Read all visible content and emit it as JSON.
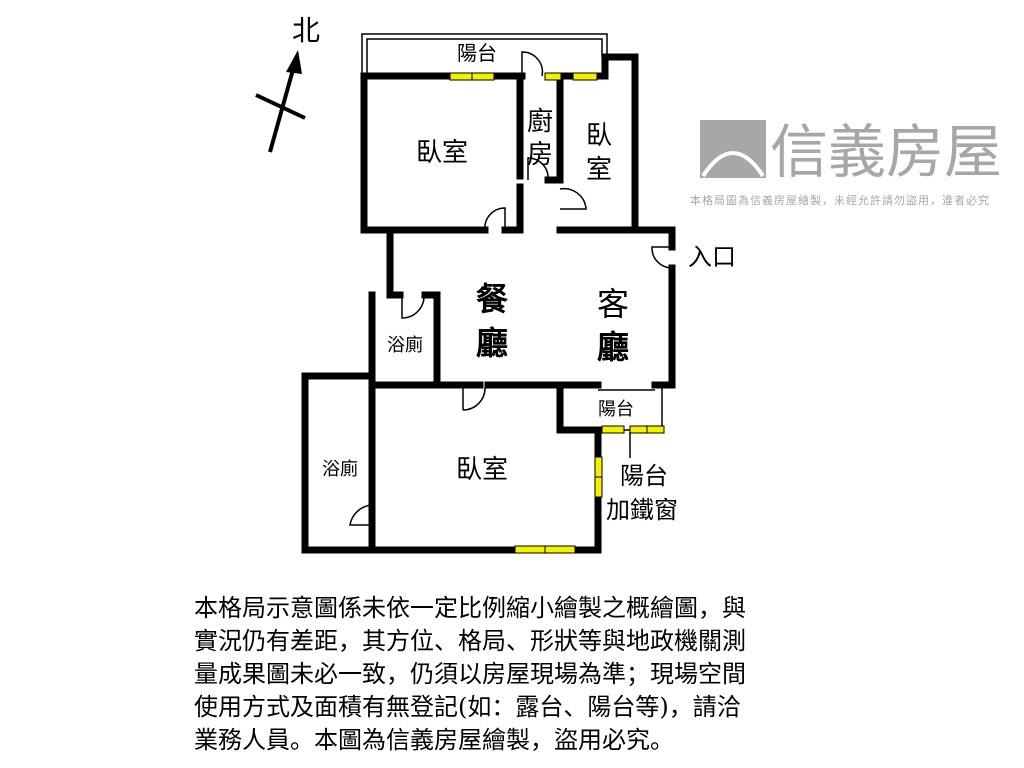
{
  "compass": {
    "label": "北"
  },
  "rooms": {
    "balcony_top": "陽台",
    "bedroom_nw": "臥室",
    "kitchen": [
      "廚",
      "房"
    ],
    "bedroom_ne": [
      "臥",
      "室"
    ],
    "entrance": "入口",
    "dining": [
      "餐",
      "廳"
    ],
    "living": [
      "客",
      "廳"
    ],
    "bathroom_1": "浴廁",
    "bathroom_2": "浴廁",
    "bedroom_s": "臥室",
    "balcony_small": "陽台",
    "balcony_window": [
      "陽台",
      "加鐵窗"
    ]
  },
  "watermark": {
    "brand": "信義房屋",
    "notice": "本格局圖為信義房屋繪製，未經允許請勿盜用，違者必究"
  },
  "colors": {
    "wall": "#000000",
    "window": "#f2f200",
    "watermark": "#8a8a8a"
  },
  "disclaimer": [
    "本格局示意圖係未依一定比例縮小繪製之概繪圖，與",
    "實況仍有差距，其方位、格局、形狀等與地政機關測",
    "量成果圖未必一致，仍須以房屋現場為準；現場空間",
    "使用方式及面積有無登記(如：露台、陽台等)，請洽",
    "業務人員。本圖為信義房屋繪製，盜用必究。"
  ]
}
